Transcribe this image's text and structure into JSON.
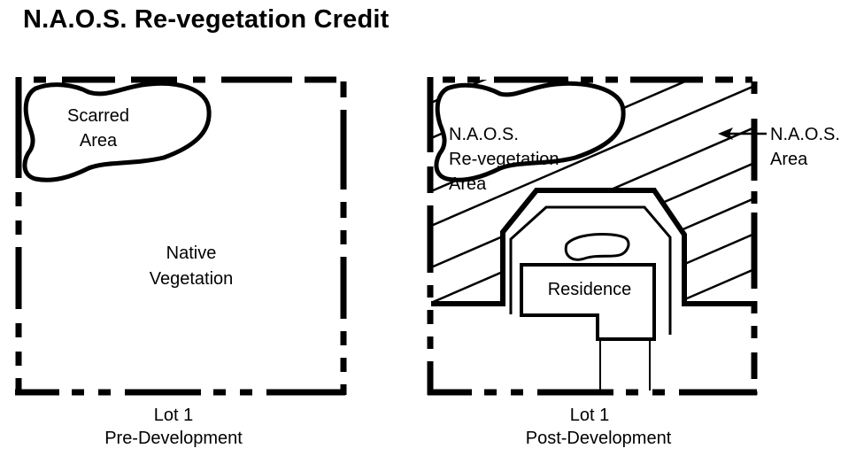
{
  "title": "N.A.O.S. Re-vegetation Credit",
  "colors": {
    "ink": "#000000",
    "background": "#ffffff"
  },
  "pre_development": {
    "scarred_area_label": [
      "Scarred",
      "Area"
    ],
    "native_vegetation_label": [
      "Native",
      "Vegetation"
    ],
    "caption": [
      "Lot 1",
      "Pre-Development"
    ]
  },
  "post_development": {
    "revegetation_label": [
      "N.A.O.S.",
      "Re-vegetation",
      "Area"
    ],
    "naos_area_label": [
      "N.A.O.S.",
      "Area"
    ],
    "residence_label": "Residence",
    "caption": [
      "Lot 1",
      "Post-Development"
    ]
  },
  "icons": {
    "arrow": "arrow-left-icon"
  }
}
